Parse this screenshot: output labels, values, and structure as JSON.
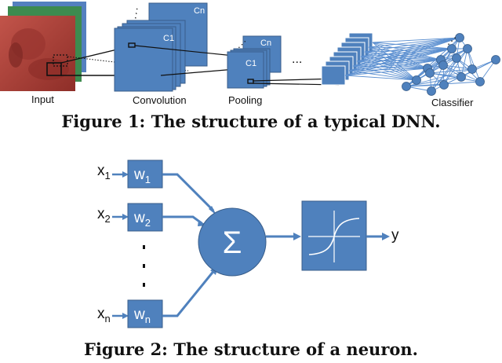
{
  "colors": {
    "block_fill": "#4f81bd",
    "block_stroke": "#385d8a",
    "connection": "#4f81bd",
    "classifier_line": "#5b8fd0",
    "input_image": "#b8433b",
    "input_layer_green": "#3d8b4f",
    "input_layer_blue": "#5480bf",
    "text": "#111111",
    "white": "#ffffff"
  },
  "figure1": {
    "caption": "Figure 1: The structure of a typical DNN.",
    "input_label": "Input",
    "convolution_label": "Convolution",
    "pooling_label": "Pooling",
    "classifier_label": "Classifier",
    "conv_first_map": "C1",
    "conv_last_map": "Cn",
    "pool_first_map": "C1",
    "pool_last_map": "Cn",
    "ellipsis": "...",
    "classifier_columns": [
      4,
      6,
      6,
      4
    ],
    "fc_layer_count": 8
  },
  "figure2": {
    "caption": "Figure 2: The structure of a neuron.",
    "inputs": [
      {
        "x": "x",
        "x_sub": "1",
        "w": "w",
        "w_sub": "1"
      },
      {
        "x": "x",
        "x_sub": "2",
        "w": "w",
        "w_sub": "2"
      },
      {
        "x": "x",
        "x_sub": "n",
        "w": "w",
        "w_sub": "n"
      }
    ],
    "sum_symbol": "Σ",
    "output_label": "y",
    "activation_icon": "sigmoid-curve-icon"
  }
}
